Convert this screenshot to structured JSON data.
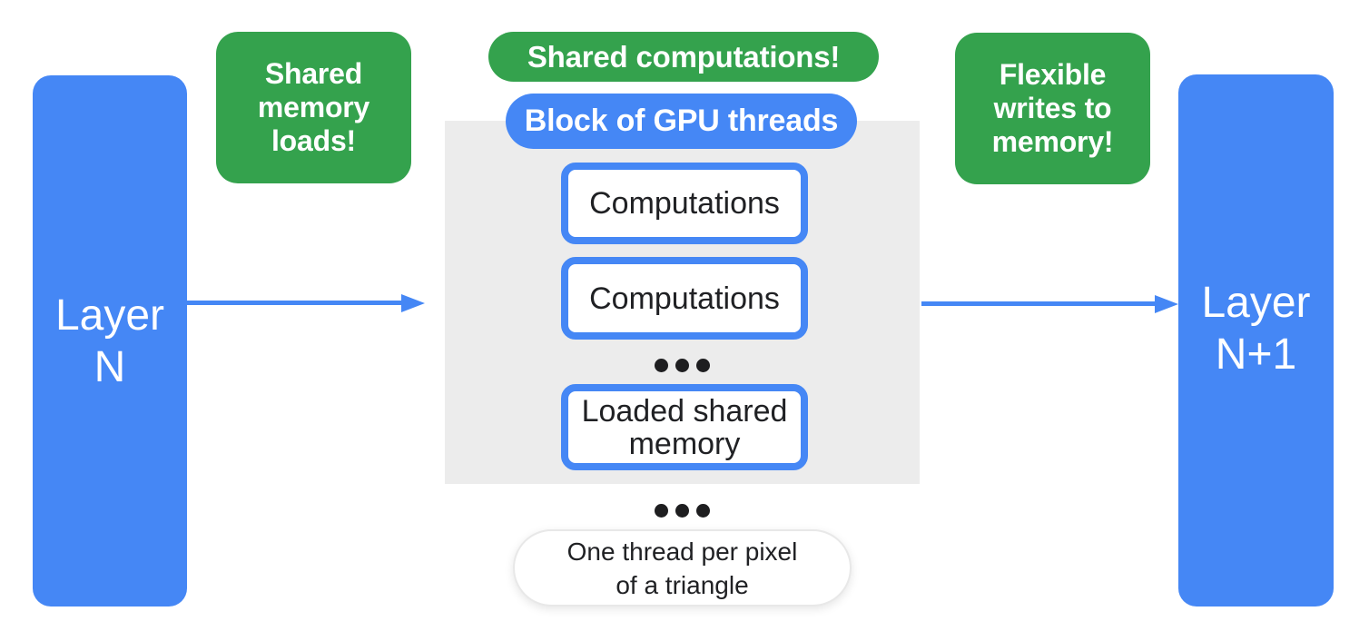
{
  "colors": {
    "blue": "#4587F5",
    "green": "#34A24D",
    "panel_gray": "#ECECEC",
    "text_dark": "#202124",
    "background": "#FFFFFF"
  },
  "left_layer": {
    "lines": [
      "Layer",
      "N"
    ]
  },
  "right_layer": {
    "lines": [
      "Layer",
      "N+1"
    ]
  },
  "callouts": {
    "shared_memory_loads": {
      "lines": [
        "Shared",
        "memory",
        "loads!"
      ]
    },
    "shared_computations": {
      "label": "Shared computations!"
    },
    "flexible_writes": {
      "lines": [
        "Flexible",
        "writes to",
        "memory!"
      ]
    }
  },
  "gpu_block": {
    "title": "Block of GPU threads",
    "computation_boxes": [
      "Computations",
      "Computations"
    ],
    "memory_box": {
      "lines": [
        "Loaded shared",
        "memory"
      ]
    }
  },
  "footnote": {
    "lines": [
      "One thread per pixel",
      "of a triangle"
    ]
  },
  "icons": {
    "ellipsis_dots": "three-black-dots",
    "arrow": "blue-right-arrow"
  }
}
